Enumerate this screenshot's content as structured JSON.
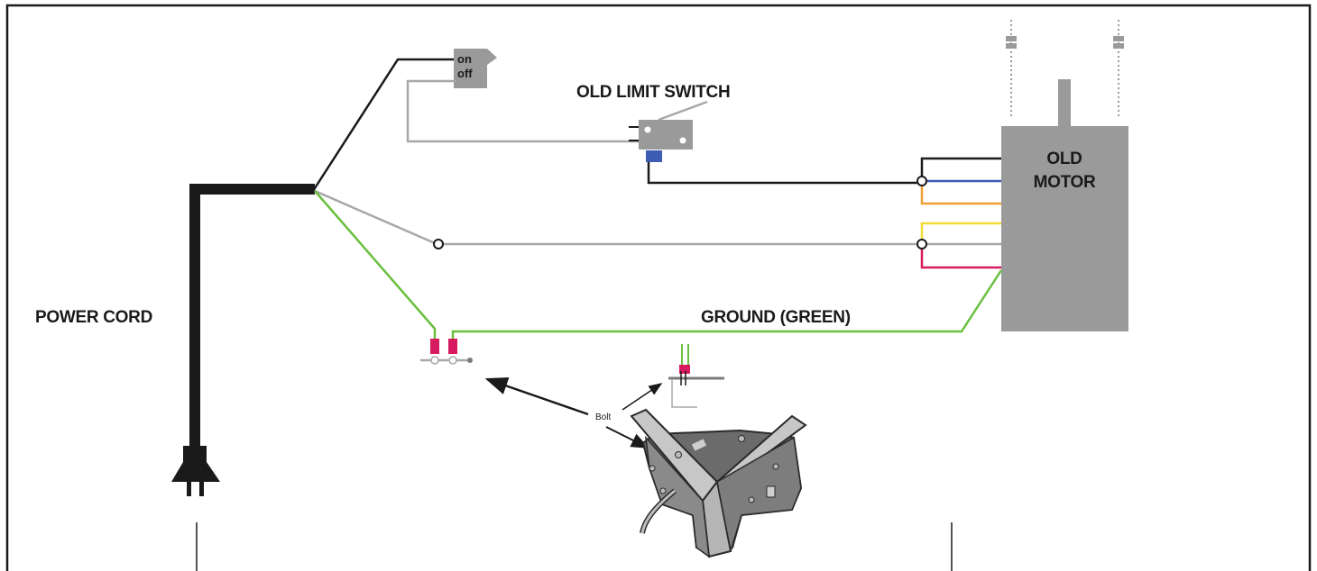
{
  "labels": {
    "power_cord": "POWER CORD",
    "old_limit_switch": "OLD LIMIT SWITCH",
    "old_motor_line1": "OLD",
    "old_motor_line2": "MOTOR",
    "ground": "GROUND (GREEN)",
    "switch_on": "on",
    "switch_off": "off",
    "bolt": "Bolt"
  },
  "colors": {
    "black_wire": "#1a1a1a",
    "gray_wire": "#a8a8a8",
    "green_wire": "#6abf3f",
    "blue_wire": "#3f5cb5",
    "orange_wire": "#f0a030",
    "yellow_wire": "#f2dd32",
    "red_wire": "#d81b60",
    "motor_body": "#9a9a9a",
    "connector": "#d81b60"
  }
}
